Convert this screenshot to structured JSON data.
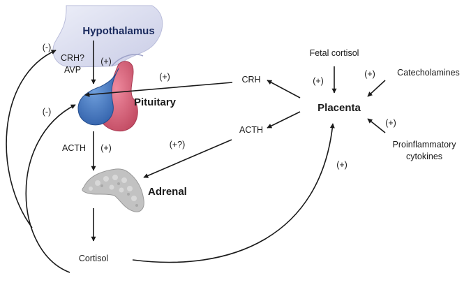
{
  "labels": {
    "hypothalamus": "Hypothalamus",
    "pituitary": "Pituitary",
    "adrenal": "Adrenal",
    "placenta": "Placenta",
    "cortisol": "Cortisol",
    "crh_avp_line1": "CRH?",
    "crh_avp_line2": "AVP",
    "acth_left": "ACTH",
    "crh_right": "CRH",
    "acth_right": "ACTH",
    "fetal_cortisol": "Fetal cortisol",
    "catecholamines": "Catecholamines",
    "proinflammatory_line1": "Proinflammatory",
    "proinflammatory_line2": "cytokines"
  },
  "signs": {
    "neg_hypothalamus": "(-)",
    "pos_hypo_pit": "(+)",
    "neg_pituitary": "(-)",
    "pos_crh_pit": "(+)",
    "pos_acth_adrenal": "(+)",
    "pos_acth_placenta_adrenal": "(+?)",
    "pos_fetal_cortisol": "(+)",
    "pos_catecholamines": "(+)",
    "pos_cytokines": "(+)",
    "pos_cortisol_placenta": "(+)"
  },
  "colors": {
    "hypothalamus_text": "#1a2a5e",
    "hypothalamus_fill": "#d7d9ee",
    "pituitary_anterior": "#4a7fc4",
    "pituitary_posterior": "#d9607a",
    "adrenal_fill": "#bdbdbd",
    "arrow": "#1a1a1a"
  }
}
